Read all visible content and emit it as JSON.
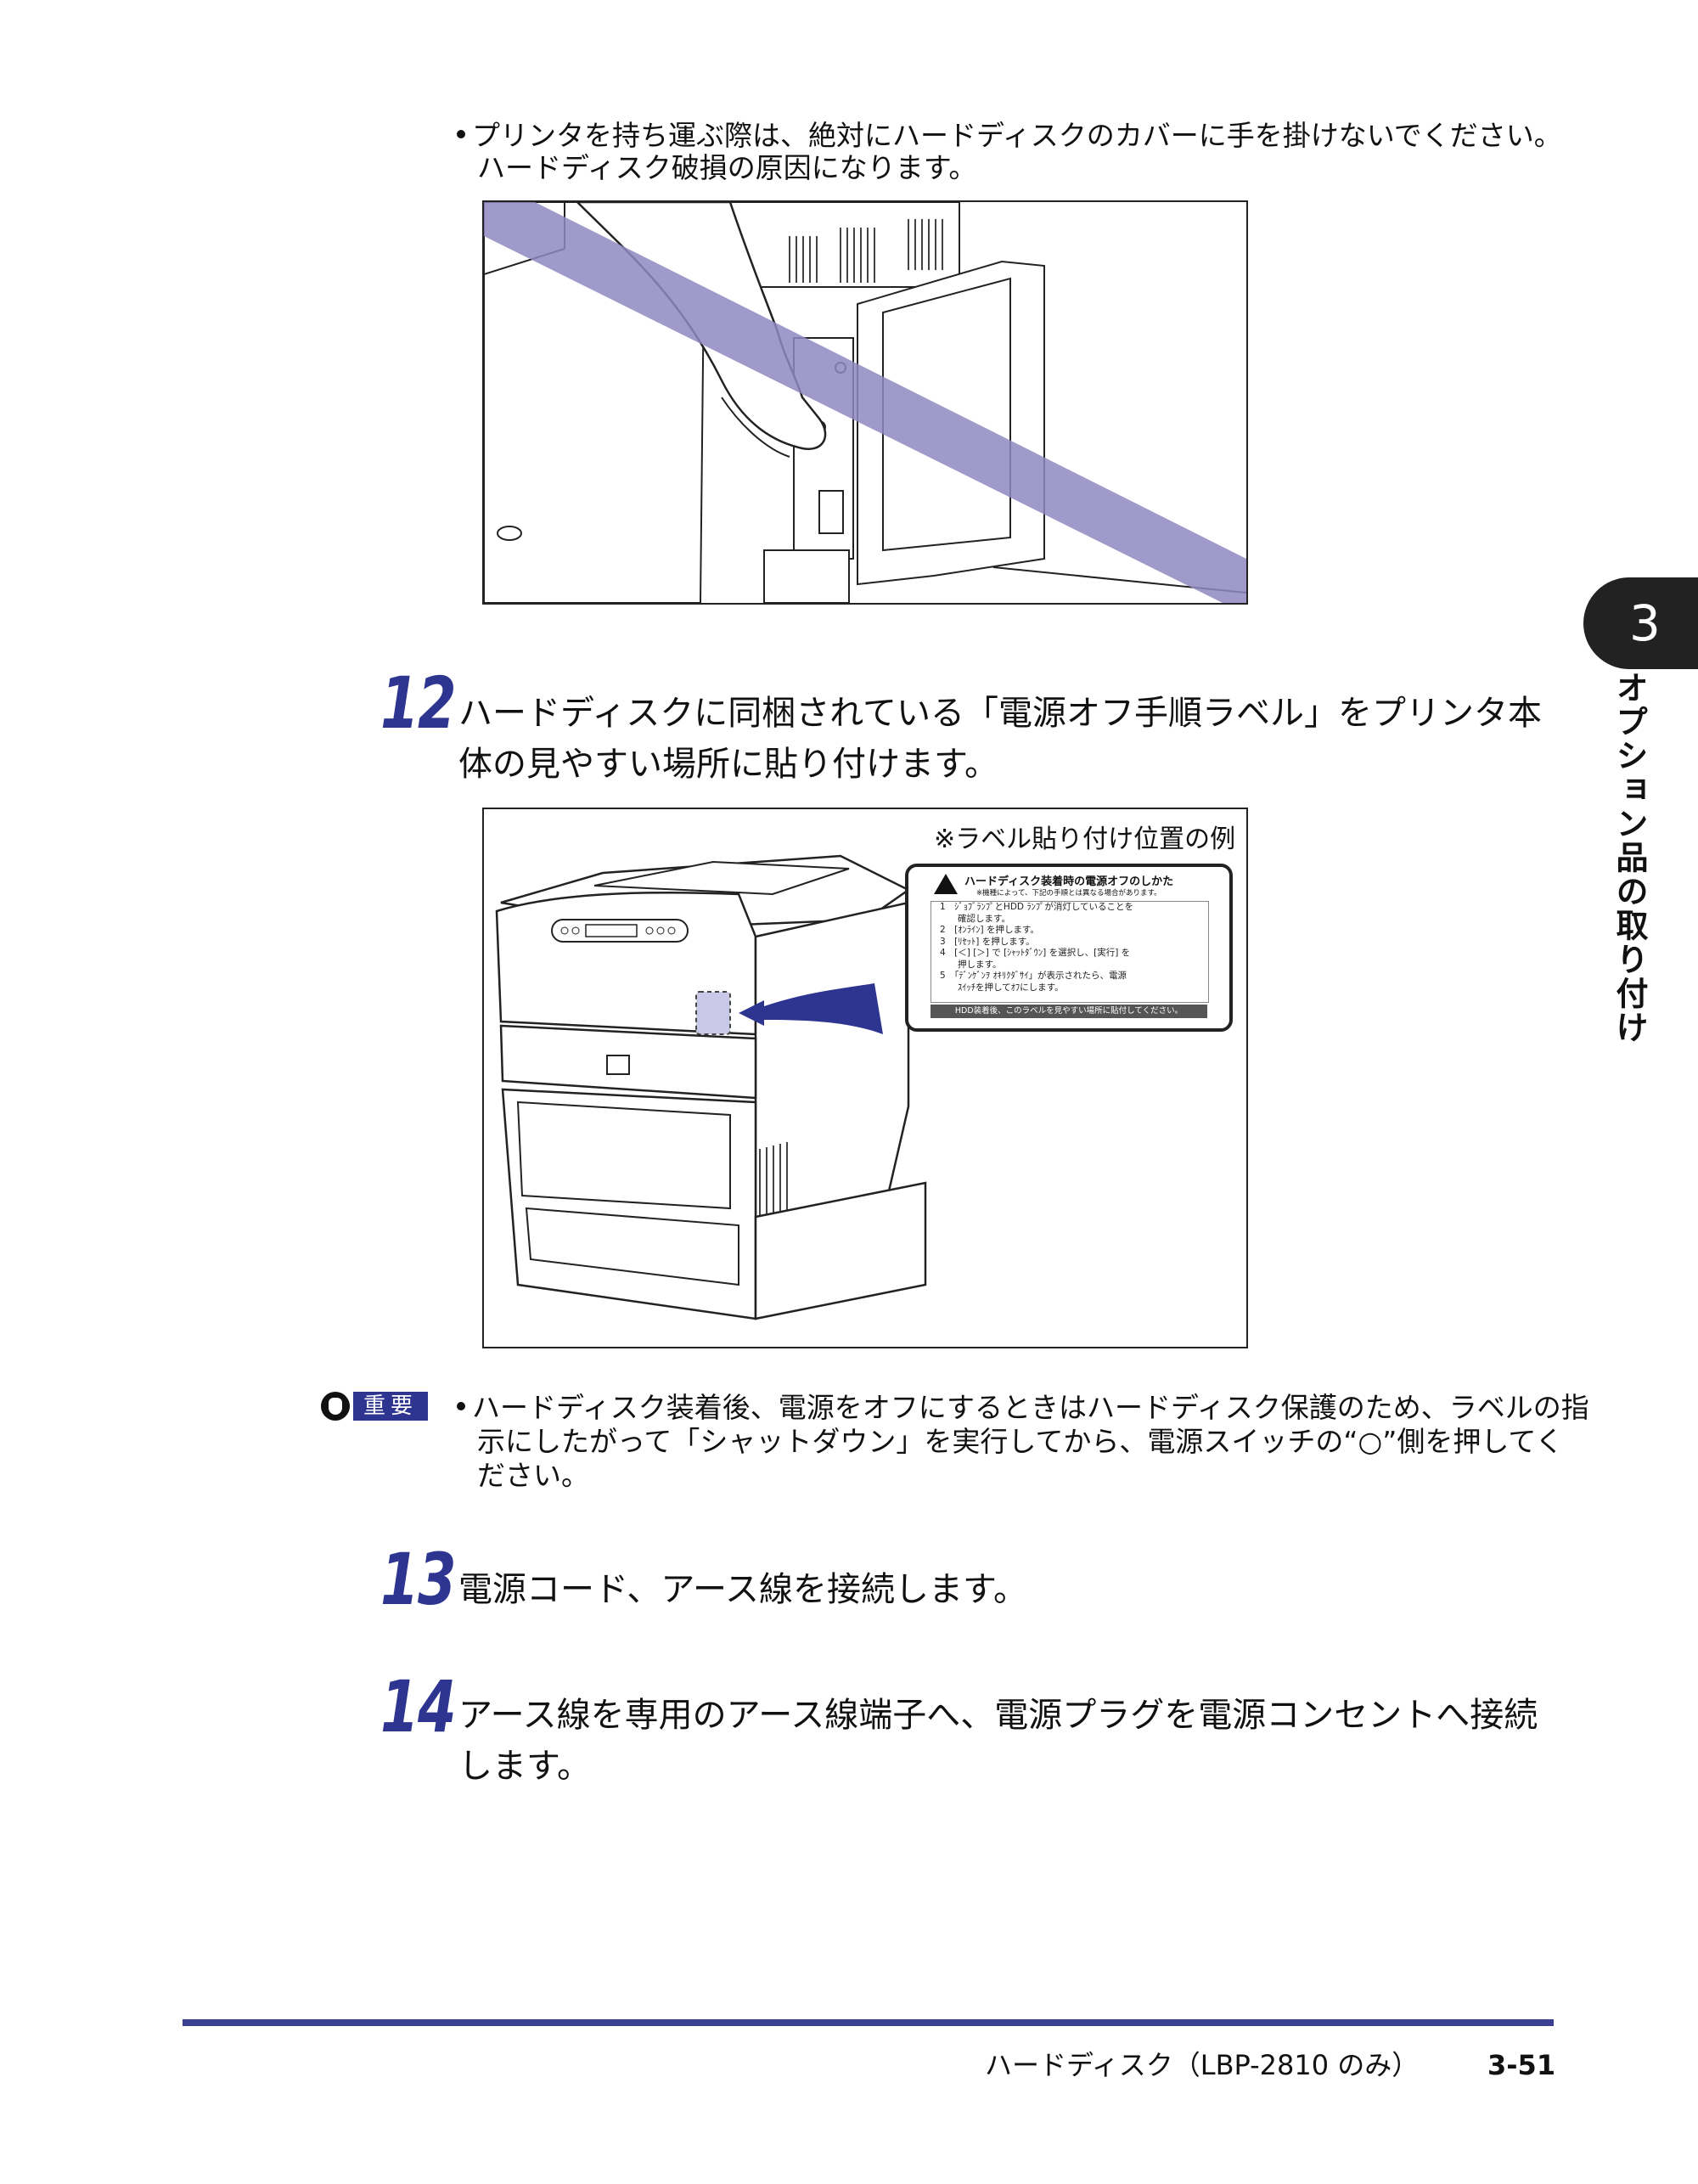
{
  "warning_note": {
    "line1": "プリンタを持ち運ぶ際は、絶対にハードディスクのカバーに手を掛けないでください。",
    "line2": "ハードディスク破損の原因になります。"
  },
  "figure1": {
    "description_icon": "hand-on-hdd-cover-prohibited"
  },
  "step12": {
    "number": "12",
    "line1": "ハードディスクに同梱されている「電源オフ手順ラベル」をプリンタ本",
    "line2": "体の見やすい場所に貼り付けます。"
  },
  "figure2": {
    "caption": "※ラベル貼り付け位置の例",
    "label": {
      "title": "ハードディスク装着時の電源オフのしかた",
      "subtitle": "※機種によって、下記の手順とは異なる場合があります。",
      "items": [
        "1　ｼﾞｮﾌﾞﾗﾝﾌﾟとHDD ﾗﾝﾌﾟが消灯していることを",
        "　　確認します。",
        "2　[ｵﾝﾗｲﾝ] を押します。",
        "3　[ﾘｾｯﾄ] を押します。",
        "4　[＜] [＞] で [ｼｬｯﾄﾀﾞｳﾝ] を選択し、[実行] を",
        "　　押します。",
        "5　「ﾃﾞﾝｹﾞﾝｦ ｵｷﾘｸﾀﾞｻｲ」が表示されたら、電源",
        "　　ｽｲｯﾁを押してｵﾌにします。"
      ],
      "footer": "HDD装着後、このラベルを見やすい場所に貼付してください。"
    }
  },
  "important": {
    "label": "重要",
    "line1": "ハードディスク装着後、電源をオフにするときはハードディスク保護のため、ラベルの指",
    "line2": "示にしたがって「シャットダウン」を実行してから、電源スイッチの“○”側を押してく",
    "line3": "ださい。"
  },
  "step13": {
    "number": "13",
    "line1": "電源コード、アース線を接続します。"
  },
  "step14": {
    "number": "14",
    "line1": "アース線を専用のアース線端子へ、電源プラグを電源コンセントへ接続",
    "line2": "します。"
  },
  "chapter": {
    "number": "3",
    "title": "オプション品の取り付け"
  },
  "footer": {
    "title": "ハードディスク（LBP-2810 のみ）",
    "page": "3-51"
  },
  "colors": {
    "accent": "#2e3590",
    "prohibit_band": "#8e88c0",
    "label_patch": "#c9c8e6"
  }
}
